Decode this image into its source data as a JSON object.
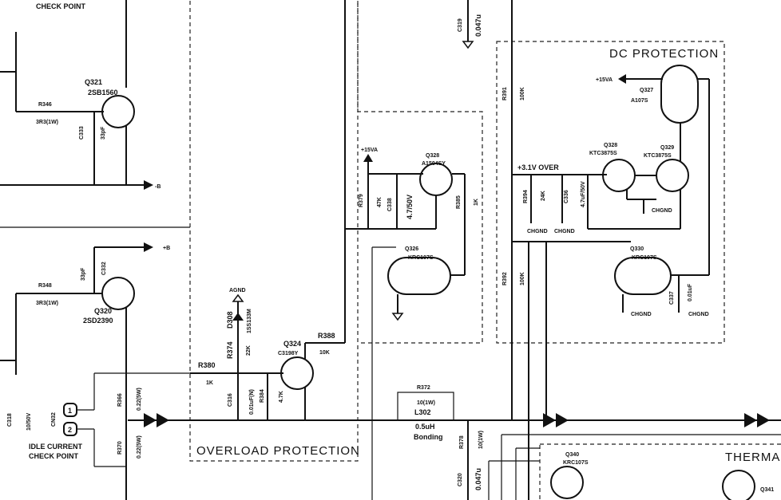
{
  "blocks": {
    "dc_protection": "DC PROTECTION",
    "overload_protection": "OVERLOAD PROTECTION",
    "thermal": "THERMAL"
  },
  "check_points": {
    "top": "CHECK POINT",
    "idle_line1": "IDLE CURRENT",
    "idle_line2": "CHECK POINT",
    "cn32": "CN32",
    "pin1": "1",
    "pin2": "2"
  },
  "rails": {
    "plus_3v1_over": "+3.1V OVER",
    "plus_15va_a": "+15VA",
    "plus_15va_b": "+15VA",
    "agnd": "AGND",
    "minus_b": "-B",
    "plus_b": "+B",
    "chgnd": "CHGND"
  },
  "components": {
    "q321": {
      "ref": "Q321",
      "part": "2SB1560"
    },
    "q320": {
      "ref": "Q320",
      "part": "2SD2390"
    },
    "q324": {
      "ref": "Q324",
      "part": "C3198Y"
    },
    "q328": {
      "ref": "Q328",
      "part": "A1504SY"
    },
    "q326": {
      "ref": "Q326",
      "part": "KRC107S"
    },
    "q327": {
      "ref": "Q327",
      "part": "A107S"
    },
    "q328b": {
      "ref": "Q328",
      "part": "KTC3875S"
    },
    "q329": {
      "ref": "Q329",
      "part": "KTC3875S"
    },
    "q330": {
      "ref": "Q330",
      "part": "KRC107S"
    },
    "q340": {
      "ref": "Q340",
      "part": "KRC107S"
    },
    "q341": {
      "ref": "Q341"
    },
    "r346": {
      "ref": "R346",
      "value": "3R3(1W)"
    },
    "r348": {
      "ref": "R348",
      "value": "3R3(1W)"
    },
    "c333": {
      "ref": "C333",
      "value": "33pF"
    },
    "c332": {
      "ref": "C332",
      "value": "33pF"
    },
    "c318": {
      "ref": "C318",
      "value": "10/50V"
    },
    "r366": {
      "ref": "R366",
      "value": "0.22(5W)"
    },
    "r370": {
      "ref": "R370",
      "value": "0.22(5W)"
    },
    "r380": {
      "ref": "R380",
      "value": "1K"
    },
    "r374": {
      "ref": "R374",
      "value": "22K"
    },
    "d308": {
      "ref": "D308",
      "value": "1SS133M"
    },
    "c316": {
      "ref": "C316",
      "value": "0.01uF(N)"
    },
    "r384": {
      "ref": "R384",
      "value": "4.7K"
    },
    "r388": {
      "ref": "R388",
      "value": "10K"
    },
    "r379": {
      "ref": "R379",
      "value": "47K"
    },
    "c338": {
      "ref": "C338",
      "value": "4.7/50V"
    },
    "r385": {
      "ref": "R385",
      "value": "1K"
    },
    "r372": {
      "ref": "R372",
      "value": "10(1W)"
    },
    "l302": {
      "ref": "L302",
      "value": "0.5uH"
    },
    "bonding": "Bonding",
    "r378": {
      "ref": "R378",
      "value": "10(1W)"
    },
    "c320": {
      "ref": "C320",
      "value": "0.047u"
    },
    "c319": {
      "ref": "C319",
      "value": "0.047u"
    },
    "r391": {
      "ref": "R391",
      "value": "100K"
    },
    "r392": {
      "ref": "R392",
      "value": "100K"
    },
    "r394": {
      "ref": "R394",
      "value": "24K"
    },
    "c336": {
      "ref": "C336",
      "value": "4.7uF/50V"
    },
    "c337": {
      "ref": "C337",
      "value": "0.01uF"
    }
  }
}
